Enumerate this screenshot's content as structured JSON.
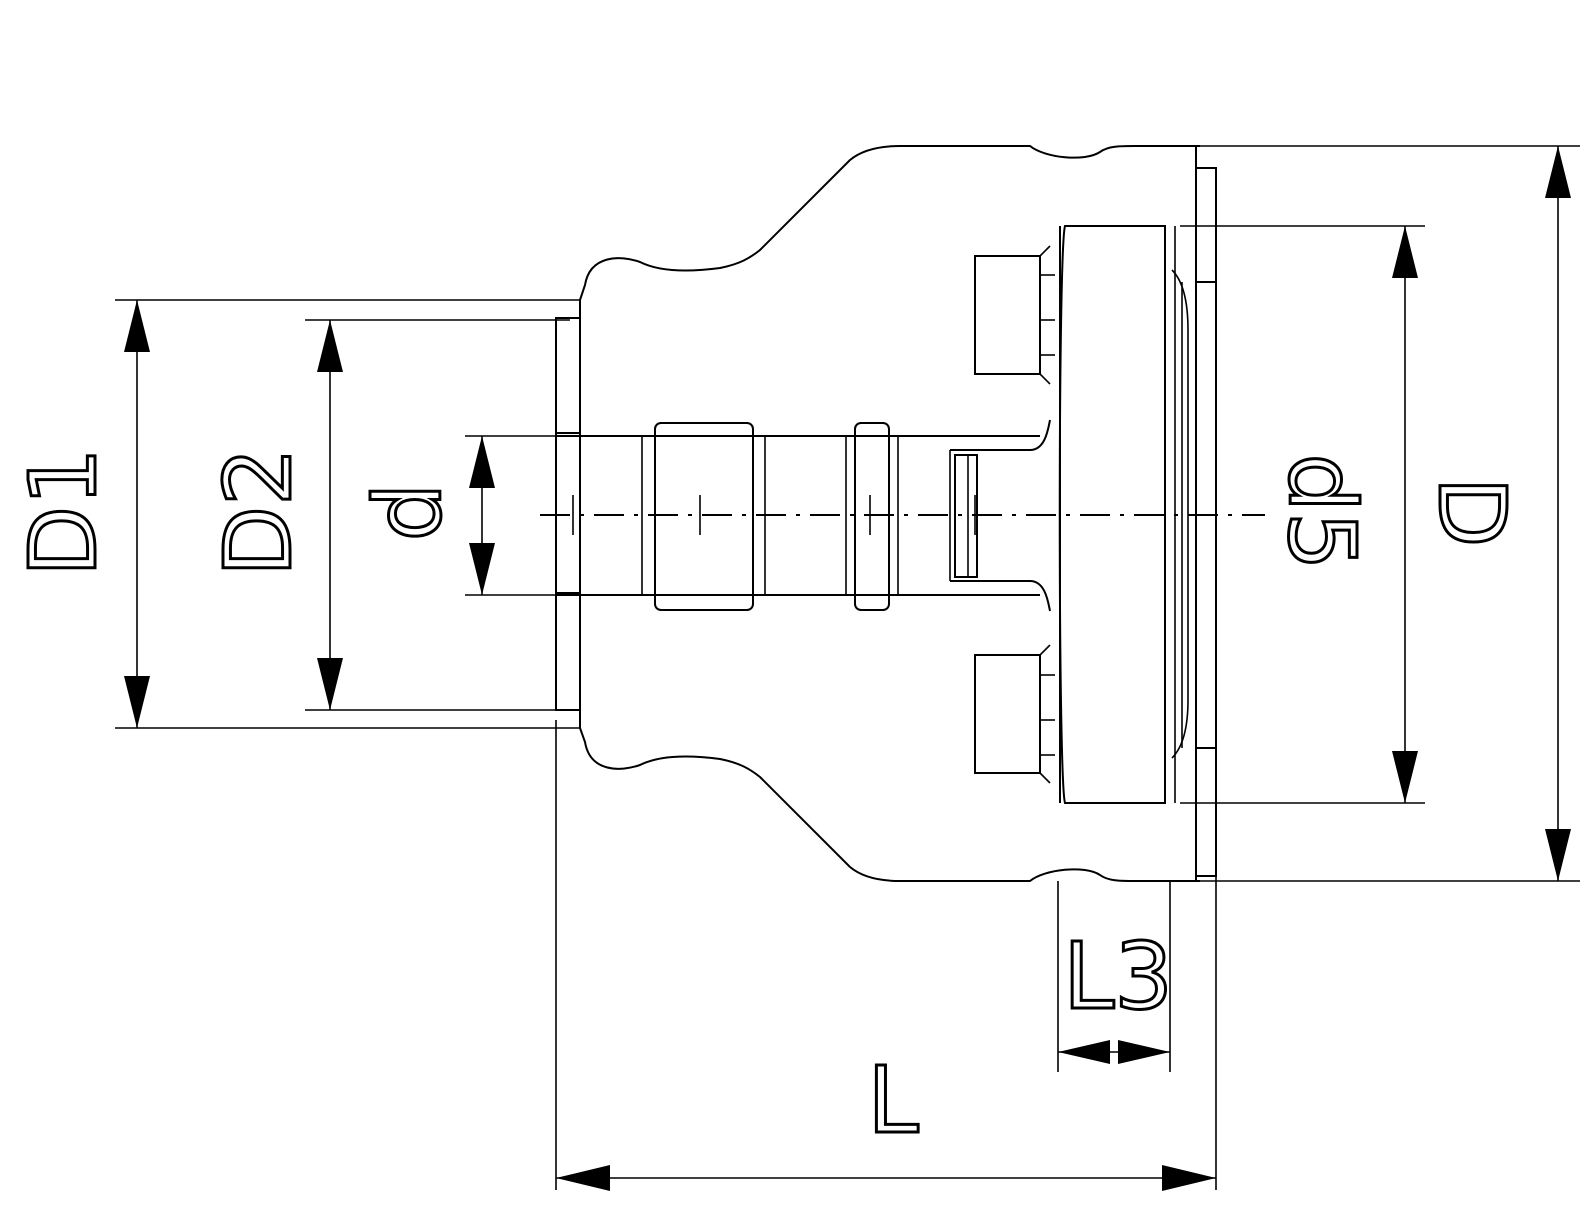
{
  "drawing": {
    "labels": {
      "D1": "D1",
      "D2": "D2",
      "d": "d",
      "d5": "d5",
      "D": "D",
      "L3": "L3",
      "L": "L"
    }
  }
}
